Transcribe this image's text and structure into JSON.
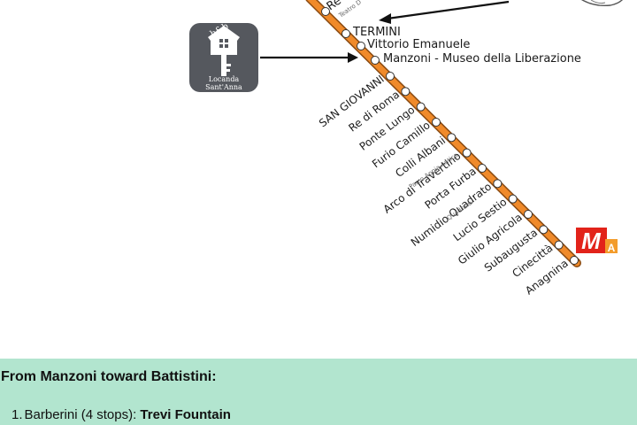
{
  "map": {
    "line_color": "#f08a2a",
    "line_edge_color": "#8a4a10",
    "top_partial_station": "Re",
    "top_partial_sublabel": "Teatro D",
    "termini": "TERMINI",
    "vittorio": "Vittorio Emanuele",
    "manzoni": "Manzoni - Museo della Liberazione",
    "rotated_stations": [
      "SAN GIOVANNI",
      "Re di Roma",
      "Ponte Lungo",
      "Furio Camillo",
      "Colli Albani",
      "Arco di Travertino",
      "Porta Furba",
      "Numidio Quadrato",
      "Lucio Sestio",
      "Giulio Agricola",
      "Subaugusta",
      "Cinecittà",
      "Anagnina"
    ],
    "sub_labels": {
      "parco": "Parco Appia Antica",
      "quadraro": "Quadraro"
    },
    "hotel_badge": {
      "top_text": "b&b",
      "name_line1": "Locanda",
      "name_line2": "Sant'Anna",
      "bg_color": "#55585e"
    },
    "metro_logo": {
      "letter": "M",
      "line_letter": "A",
      "bg_color": "#e2231a",
      "line_color": "#f39c2b"
    }
  },
  "info": {
    "heading": "From Manzoni toward Battistini:",
    "items": [
      {
        "number": "1.",
        "text": "Barberini (4 stops): ",
        "highlight": "Trevi Fountain"
      }
    ],
    "bg_color": "#b2e5cf"
  }
}
